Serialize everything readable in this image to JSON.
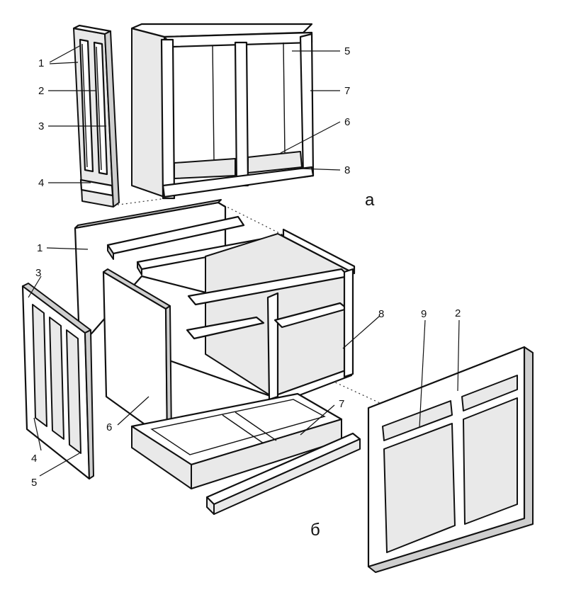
{
  "callouts_a": {
    "c1": "1",
    "c2": "2",
    "c3": "3",
    "c4": "4",
    "c5": "5",
    "c6": "6",
    "c7": "7",
    "c8": "8"
  },
  "callouts_b": {
    "c1": "1",
    "c2": "2",
    "c3": "3",
    "c4": "4",
    "c5": "5",
    "c6": "6",
    "c7": "7",
    "c8": "8",
    "c9": "9"
  },
  "subfigure_labels": {
    "a": "а",
    "b": "б"
  }
}
